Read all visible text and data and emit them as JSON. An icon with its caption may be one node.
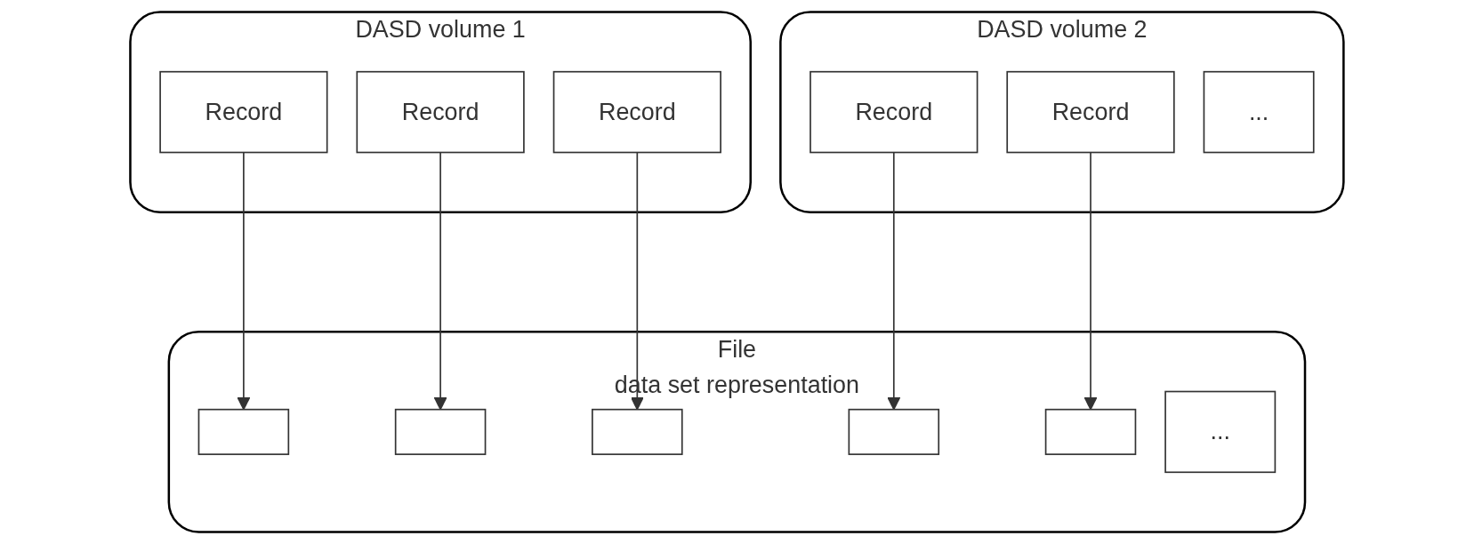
{
  "diagram": {
    "nodes": [
      {
        "text": [
          "DASD volume 1"
        ]
      },
      {
        "text": [
          "Record"
        ],
        "in": 0
      },
      {
        "text": [
          "Record"
        ],
        "in": 0
      },
      {
        "text": [
          "Record"
        ],
        "in": 0
      },
      {
        "text": [
          "DASD volume 2"
        ]
      },
      {
        "text": [
          "Record"
        ],
        "in": 4
      },
      {
        "text": [
          "Record"
        ],
        "in": 4
      },
      {
        "text": [
          "..."
        ],
        "in": 4
      },
      {
        "text": [
          "File",
          "data set representation"
        ]
      },
      {
        "text": [],
        "shape": "box",
        "in": 8
      },
      {
        "text": [],
        "shape": "box",
        "in": 8
      },
      {
        "text": [],
        "shape": "box",
        "in": 8
      },
      {
        "text": [],
        "shape": "box",
        "in": 8
      },
      {
        "text": [],
        "shape": "box",
        "in": 8
      },
      {
        "text": [
          "..."
        ],
        "in": 8
      }
    ],
    "edges": [
      {
        "from": 1,
        "to": 9,
        "arrow": "to"
      },
      {
        "from": 2,
        "to": 10,
        "arrow": "to"
      },
      {
        "from": 3,
        "to": 11,
        "arrow": "to"
      },
      {
        "from": 5,
        "to": 12,
        "arrow": "to"
      },
      {
        "from": 6,
        "to": 13,
        "arrow": "to"
      }
    ]
  }
}
